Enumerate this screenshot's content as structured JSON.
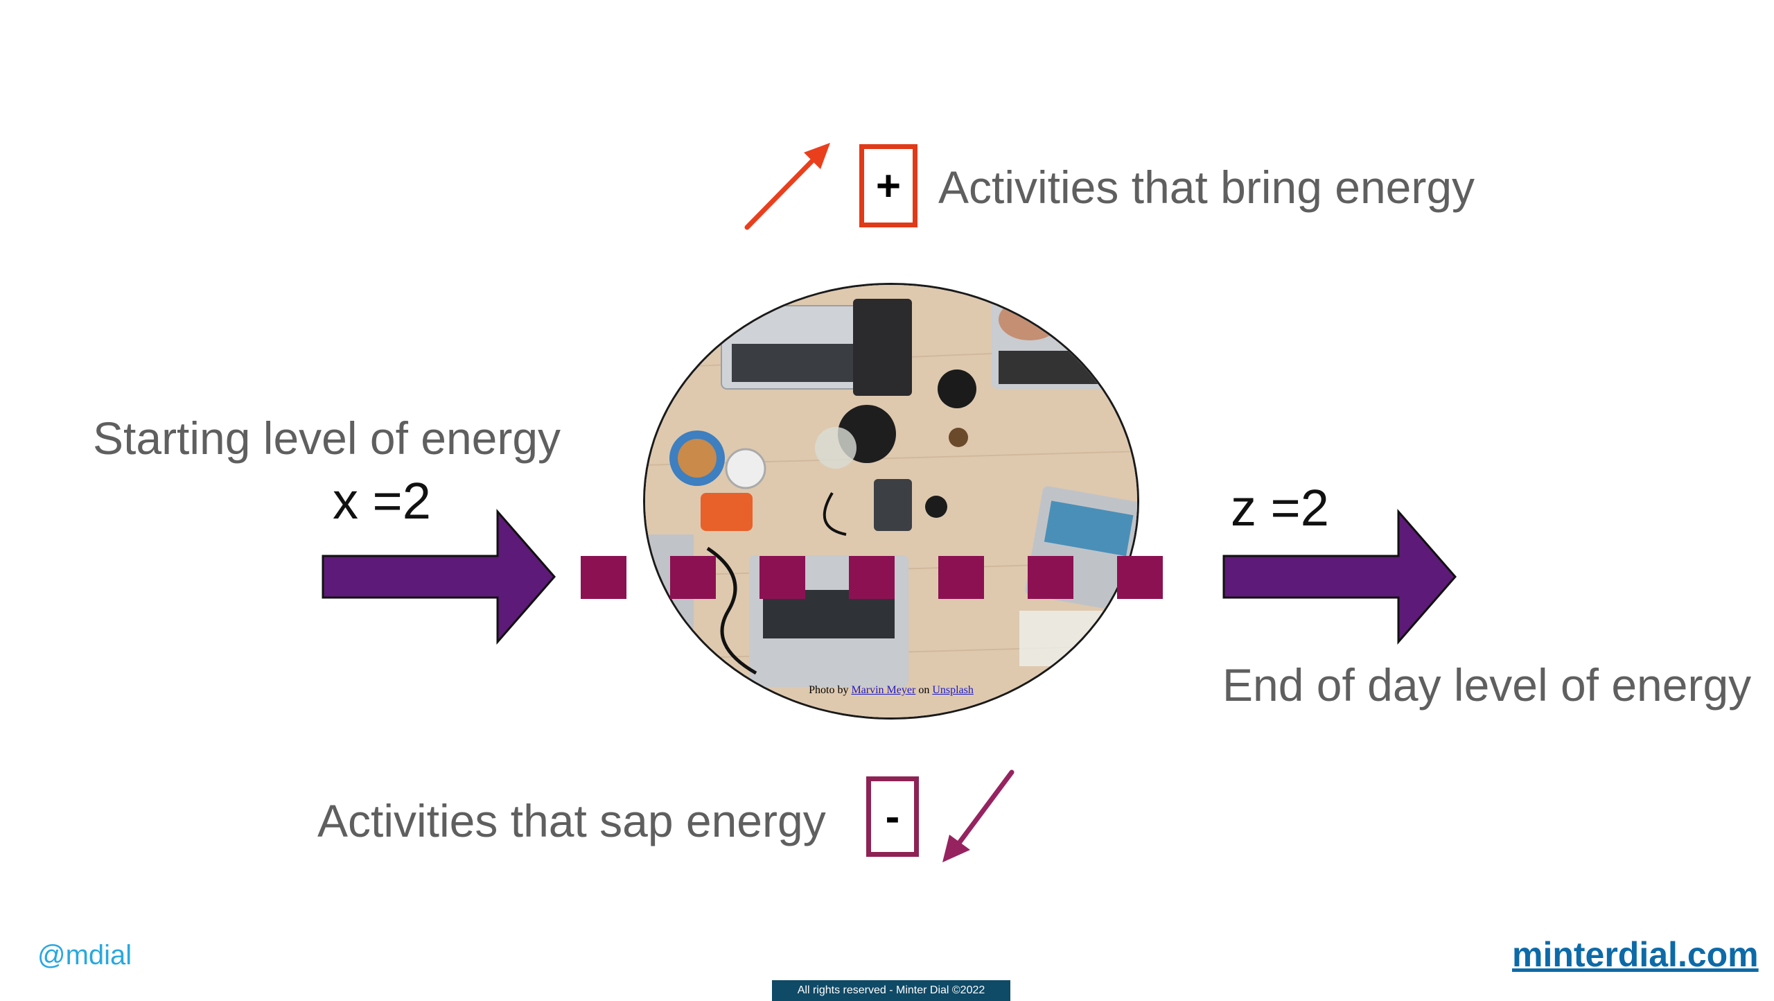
{
  "top": {
    "sign": "+",
    "label": "Activities that bring energy"
  },
  "bottom": {
    "sign": "-",
    "label": "Activities that sap energy"
  },
  "start": {
    "label": "Starting level of energy",
    "value": "x =2"
  },
  "end": {
    "label": "End of day level of energy",
    "value": "z =2"
  },
  "photo_credit": {
    "prefix": "Photo by",
    "author": "Marvin Meyer",
    "middle": "on",
    "source": "Unsplash"
  },
  "footer": {
    "handle": "@mdial",
    "site": "minterdial.com",
    "copyright": "All rights reserved - Minter Dial ©2022"
  },
  "colors": {
    "arrow_purple": "#5e1a78",
    "dash_magenta": "#8c1153",
    "plus_frame": "#e03a18",
    "minus_frame": "#8e2255",
    "up_arrow": "#ea3f1d",
    "down_arrow": "#962360"
  }
}
